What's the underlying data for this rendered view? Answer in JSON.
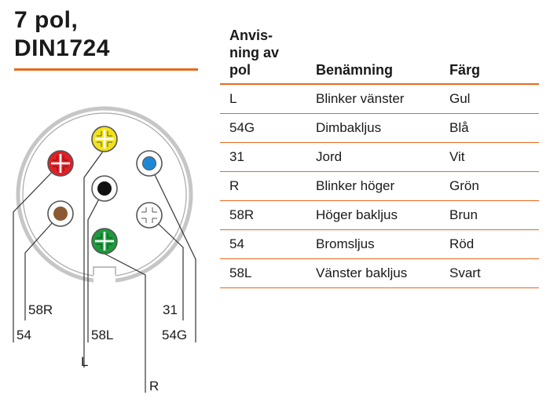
{
  "title": {
    "line1": "7 pol,",
    "line2": "DIN1724"
  },
  "colors": {
    "accent": "#e8691e",
    "ring": "#c8c8c8"
  },
  "table": {
    "headers": {
      "pin_designation": "Anvis-\nning av\npol",
      "name": "Benämning",
      "color": "Färg"
    },
    "rows": [
      {
        "pin": "L",
        "name": "Blinker vänster",
        "color": "Gul"
      },
      {
        "pin": "54G",
        "name": "Dimbakljus",
        "color": "Blå"
      },
      {
        "pin": "31",
        "name": "Jord",
        "color": "Vit"
      },
      {
        "pin": "R",
        "name": "Blinker höger",
        "color": "Grön"
      },
      {
        "pin": "58R",
        "name": "Höger bakljus",
        "color": "Brun"
      },
      {
        "pin": "54",
        "name": "Bromsljus",
        "color": "Röd"
      },
      {
        "pin": "58L",
        "name": "Vänster bakljus",
        "color": "Svart"
      }
    ]
  },
  "diagram": {
    "pins": [
      {
        "id": "L",
        "color": "#f2e21a",
        "kind": "cross"
      },
      {
        "id": "54G",
        "color": "#1f88d6",
        "kind": "ring"
      },
      {
        "id": "31",
        "color": "#ffffff",
        "kind": "cross"
      },
      {
        "id": "R",
        "color": "#1d9a3c",
        "kind": "cross"
      },
      {
        "id": "58R",
        "color": "#8b5a32",
        "kind": "ring"
      },
      {
        "id": "54",
        "color": "#e01f26",
        "kind": "cross"
      },
      {
        "id": "58L",
        "color": "#111111",
        "kind": "ring"
      }
    ],
    "labels": {
      "l58R": "58R",
      "l54": "54",
      "l58L": "58L",
      "l31": "31",
      "l54G": "54G",
      "lL": "L",
      "lR": "R"
    }
  }
}
